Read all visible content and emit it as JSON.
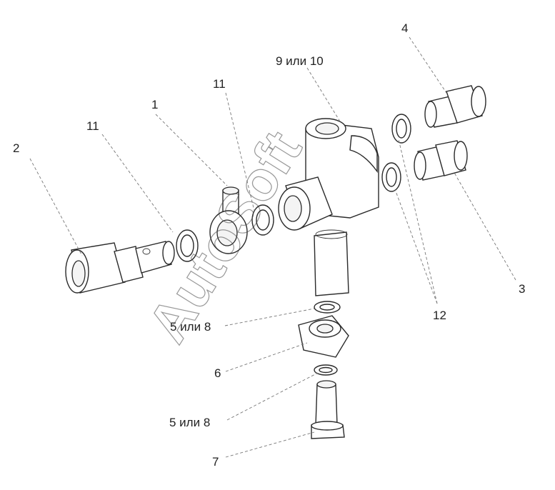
{
  "callouts": {
    "c1": "1",
    "c2": "2",
    "c3": "3",
    "c4": "4",
    "c6": "6",
    "c7": "7",
    "c9_10": "9 или 10",
    "c11_left": "11",
    "c11_right": "11",
    "c12": "12",
    "c5_8_top": "5 или 8",
    "c5_8_bottom": "5 или 8"
  },
  "watermark": "AutoSoft",
  "colors": {
    "line": "#2a2a2a",
    "leader": "#777777",
    "background": "#ffffff"
  }
}
